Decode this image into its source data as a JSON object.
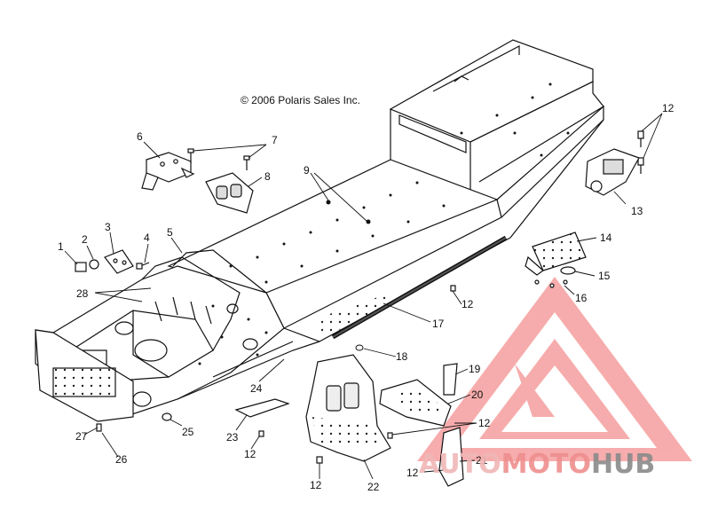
{
  "copyright": "© 2006 Polaris Sales Inc.",
  "callouts": [
    "1",
    "2",
    "3",
    "4",
    "5",
    "6",
    "7",
    "8",
    "9",
    "12",
    "13",
    "14",
    "15",
    "16",
    "17",
    "18",
    "19",
    "20",
    "21",
    "22",
    "23",
    "24",
    "25",
    "26",
    "27",
    "28"
  ],
  "watermark": {
    "text_part1": "AUTO",
    "text_part2": "MOTO",
    "text_part3": "HUB",
    "color_primary": "#e84a4a",
    "color_secondary": "#8a8a8a"
  }
}
